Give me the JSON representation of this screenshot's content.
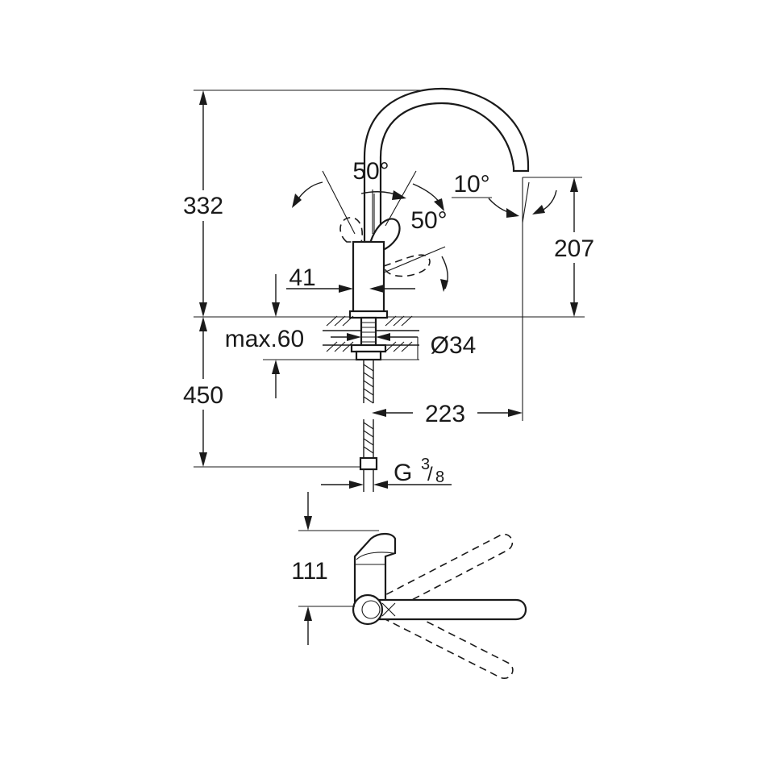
{
  "dimensions": {
    "total_height": "332",
    "spout_height": "207",
    "hose_length": "450",
    "spout_reach": "223",
    "lever_offset": "41",
    "max_deck": "max.60",
    "hole_diameter": "Ø34",
    "connection_g": "G",
    "connection_num": "3",
    "connection_den": "8",
    "handle_depth": "111"
  },
  "angles": {
    "lever_front": "50°",
    "lever_back": "50°",
    "spout_tilt": "10°"
  }
}
